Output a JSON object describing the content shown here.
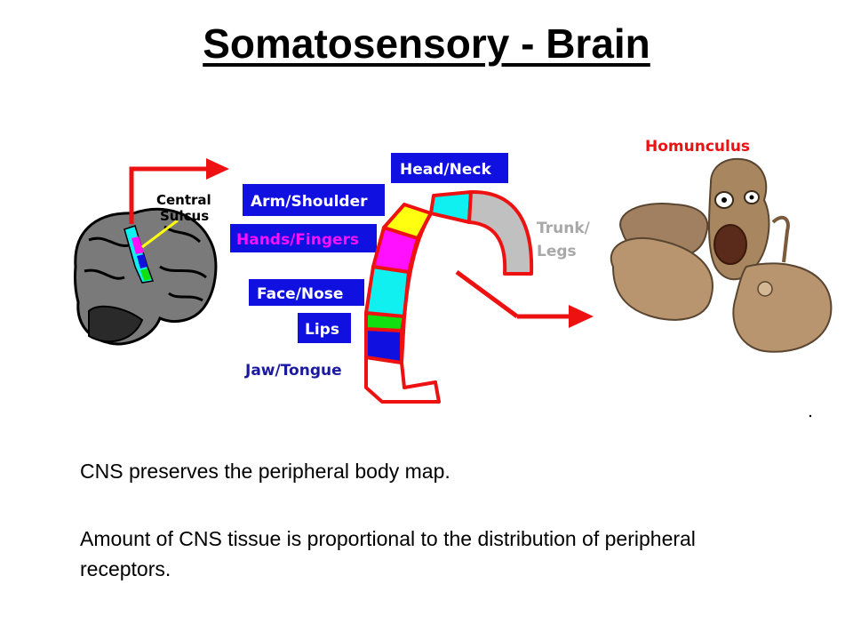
{
  "title": "Somatosensory - Brain",
  "labels": {
    "central_sulcus_1": "Central",
    "central_sulcus_2": "Sulcus",
    "head_neck": "Head/Neck",
    "arm_shoulder": "Arm/Shoulder",
    "hands_fingers": "Hands/Fingers",
    "face_nose": "Face/Nose",
    "lips": "Lips",
    "jaw_tongue": "Jaw/Tongue",
    "trunk_1": "Trunk/",
    "trunk_2": "Legs",
    "homunculus": "Homunculus"
  },
  "body": {
    "line1": "CNS preserves the peripheral body map.",
    "line2": "Amount of CNS tissue is proportional to the distribution of peripheral receptors."
  },
  "colors": {
    "red": "#ee1111",
    "blue": "#1010e0",
    "magenta": "#ff10ff",
    "cyan": "#10f0f0",
    "yellow": "#ffff10",
    "green": "#10e010",
    "gray": "#c0c0c0"
  }
}
